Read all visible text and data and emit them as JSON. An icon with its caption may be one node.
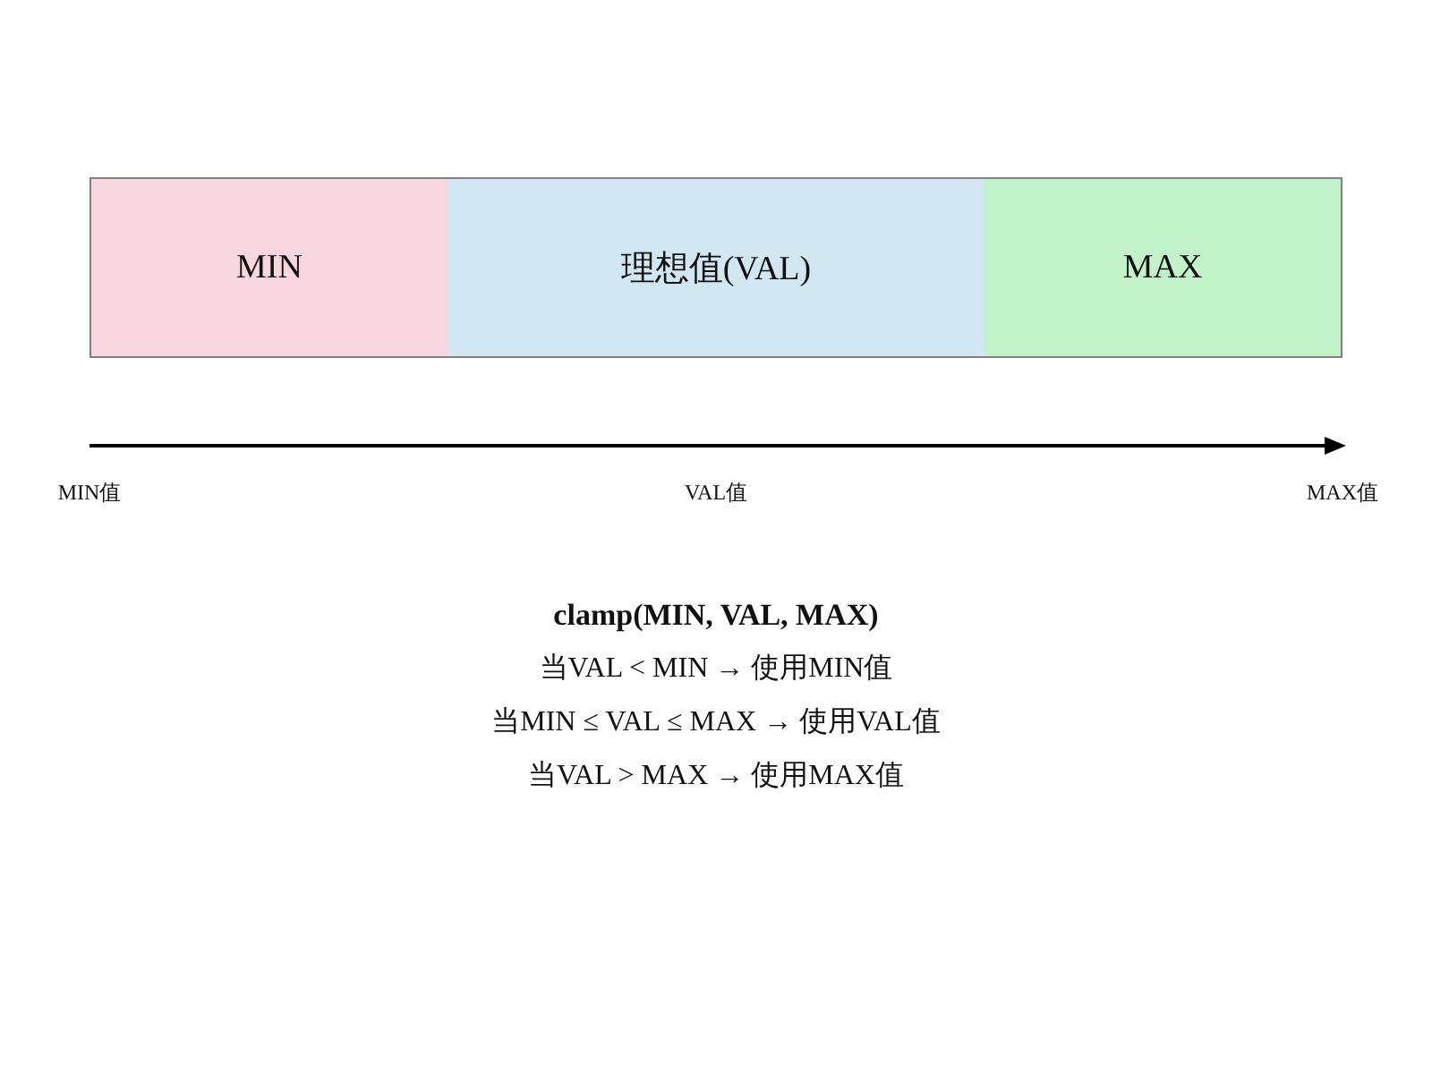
{
  "diagram": {
    "nodes": [
      {
        "text": [
          "MIN"
        ]
      },
      {
        "text": [
          "理想值(VAL)"
        ]
      },
      {
        "text": [
          "MAX"
        ]
      }
    ],
    "labels": [
      "MIN值",
      "VAL值",
      "MAX值",
      "clamp(MIN, VAL, MAX)",
      "当VAL < MIN → 使用MIN值",
      "当MIN ≤ VAL ≤ MAX → 使用VAL值",
      "当VAL > MAX → 使用MAX值"
    ]
  }
}
